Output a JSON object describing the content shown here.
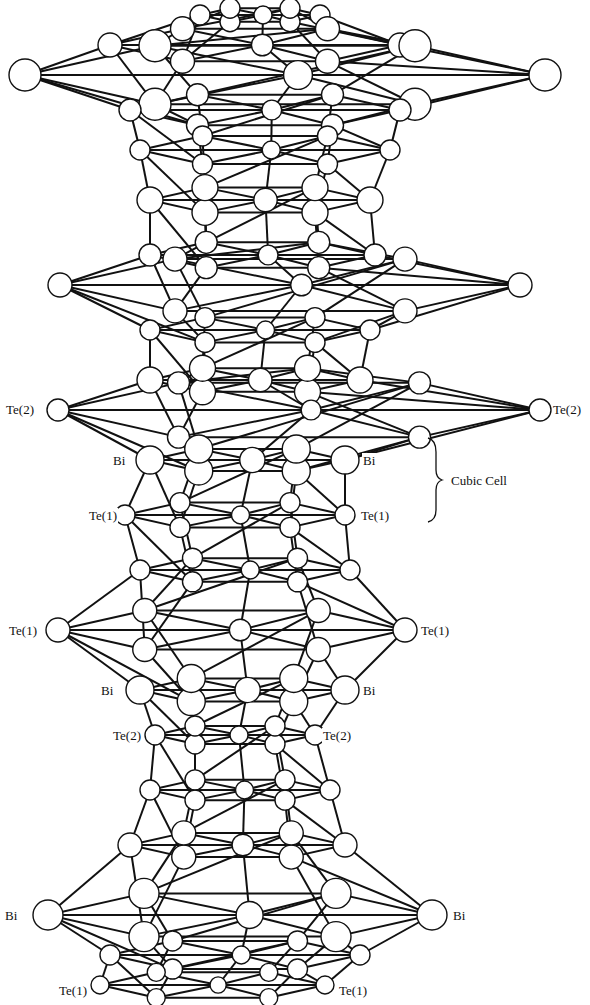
{
  "diagram": {
    "labels": [
      "Te(2)",
      "Te(2)",
      "Bi",
      "Bi",
      "Te(1)",
      "Te(1)",
      "Cubic Cell",
      "Te(1)",
      "Te(1)",
      "Bi",
      "Bi",
      "Te(2)",
      "Te(2)",
      "Bi",
      "Bi",
      "Te(1)",
      "Te(1)"
    ]
  }
}
